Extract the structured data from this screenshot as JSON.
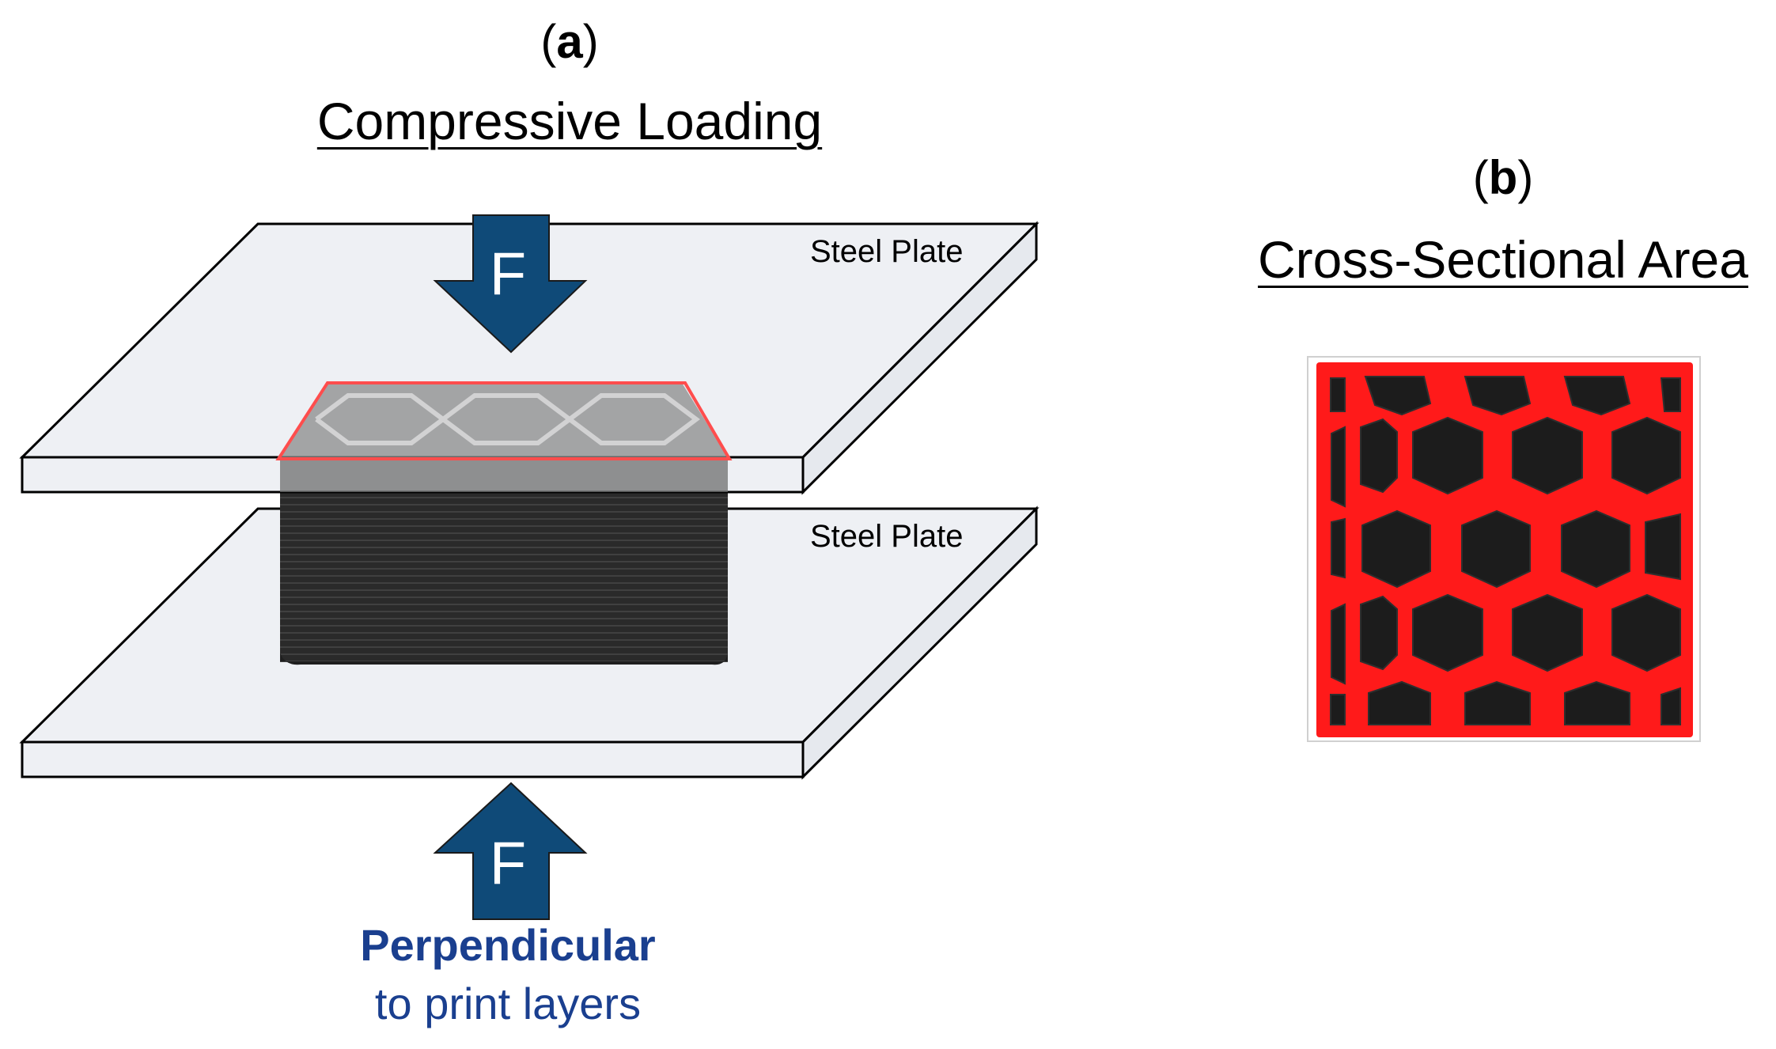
{
  "panel_a": {
    "label_prefix": "(",
    "label_letter": "a",
    "label_suffix": ")",
    "title": "Compressive Loading",
    "top_plate_label": "Steel Plate",
    "bottom_plate_label": "Steel Plate",
    "force_top": "F",
    "force_bottom": "F",
    "caption_bold": "Perpendicular",
    "caption": "to print layers"
  },
  "panel_b": {
    "label_prefix": "(",
    "label_letter": "b",
    "label_suffix": ")",
    "title": "Cross-Sectional Area"
  },
  "colors": {
    "arrow": "#0f4a78",
    "plate_fill": "#eef0f4",
    "specimen": "#2b2b2b",
    "highlight": "#ff1a1a",
    "caption": "#1a3f8f"
  }
}
